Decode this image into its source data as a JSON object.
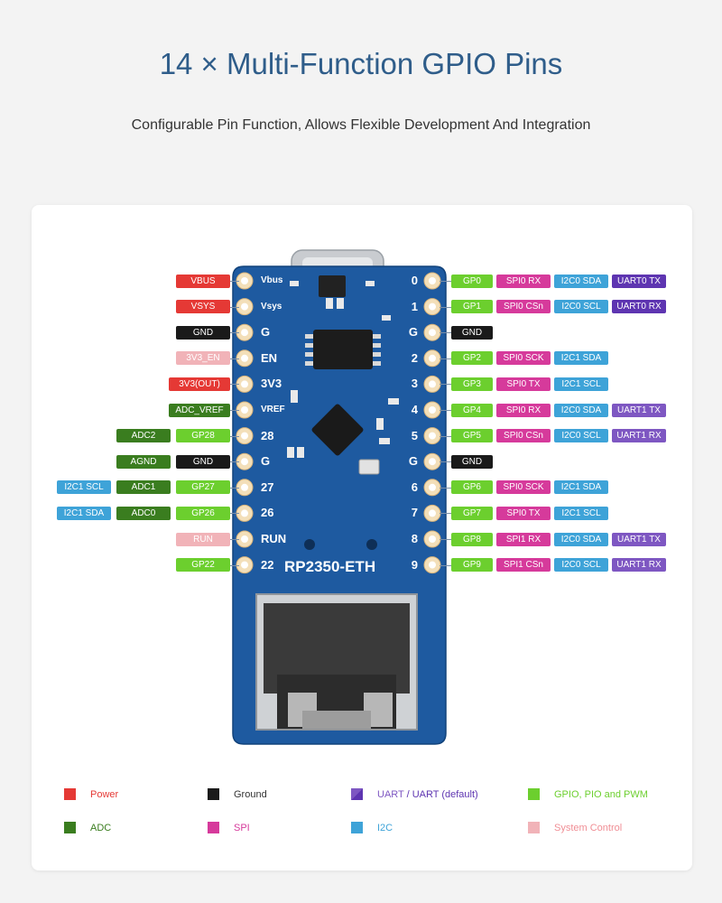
{
  "header": {
    "title": "14 × Multi-Function GPIO Pins",
    "subtitle": "Configurable Pin Function, Allows Flexible Development And Integration"
  },
  "colors": {
    "power": "#e53935",
    "ground": "#1a1a1a",
    "uart": "#7e57c2",
    "uart_default": "#5e35b1",
    "gpio": "#6ccf2e",
    "adc": "#3a7d1f",
    "spi": "#d63a9b",
    "i2c": "#3ea3d8",
    "system": "#f1b3b8",
    "board": "#1e5aa0"
  },
  "board": {
    "name": "RP2350-ETH",
    "left_pins": [
      "Vbus",
      "Vsys",
      "G",
      "EN",
      "3V3",
      "VREF",
      "28",
      "G",
      "27",
      "26",
      "RUN",
      "22"
    ],
    "right_pins": [
      "0",
      "1",
      "G",
      "2",
      "3",
      "4",
      "5",
      "G",
      "6",
      "7",
      "8",
      "9"
    ]
  },
  "left_rows": [
    [
      {
        "t": "VBUS",
        "c": "power"
      }
    ],
    [
      {
        "t": "VSYS",
        "c": "power"
      }
    ],
    [
      {
        "t": "GND",
        "c": "ground"
      }
    ],
    [
      {
        "t": "3V3_EN",
        "c": "system"
      }
    ],
    [
      {
        "t": "3V3(OUT)",
        "c": "power"
      }
    ],
    [
      {
        "t": "ADC_VREF",
        "c": "adc"
      }
    ],
    [
      {
        "t": "ADC2",
        "c": "adc"
      },
      {
        "t": "GP28",
        "c": "gpio"
      }
    ],
    [
      {
        "t": "AGND",
        "c": "adc"
      },
      {
        "t": "GND",
        "c": "ground"
      }
    ],
    [
      {
        "t": "I2C1 SCL",
        "c": "i2c"
      },
      {
        "t": "ADC1",
        "c": "adc"
      },
      {
        "t": "GP27",
        "c": "gpio"
      }
    ],
    [
      {
        "t": "I2C1 SDA",
        "c": "i2c"
      },
      {
        "t": "ADC0",
        "c": "adc"
      },
      {
        "t": "GP26",
        "c": "gpio"
      }
    ],
    [
      {
        "t": "RUN",
        "c": "system"
      }
    ],
    [
      {
        "t": "GP22",
        "c": "gpio"
      }
    ]
  ],
  "right_rows": [
    [
      {
        "t": "GP0",
        "c": "gpio"
      },
      {
        "t": "SPI0 RX",
        "c": "spi"
      },
      {
        "t": "I2C0 SDA",
        "c": "i2c"
      },
      {
        "t": "UART0 TX",
        "c": "uart_default"
      }
    ],
    [
      {
        "t": "GP1",
        "c": "gpio"
      },
      {
        "t": "SPI0 CSn",
        "c": "spi"
      },
      {
        "t": "I2C0 SCL",
        "c": "i2c"
      },
      {
        "t": "UART0 RX",
        "c": "uart_default"
      }
    ],
    [
      {
        "t": "GND",
        "c": "ground"
      }
    ],
    [
      {
        "t": "GP2",
        "c": "gpio"
      },
      {
        "t": "SPI0 SCK",
        "c": "spi"
      },
      {
        "t": "I2C1 SDA",
        "c": "i2c"
      }
    ],
    [
      {
        "t": "GP3",
        "c": "gpio"
      },
      {
        "t": "SPI0 TX",
        "c": "spi"
      },
      {
        "t": "I2C1 SCL",
        "c": "i2c"
      }
    ],
    [
      {
        "t": "GP4",
        "c": "gpio"
      },
      {
        "t": "SPI0 RX",
        "c": "spi"
      },
      {
        "t": "I2C0 SDA",
        "c": "i2c"
      },
      {
        "t": "UART1 TX",
        "c": "uart"
      }
    ],
    [
      {
        "t": "GP5",
        "c": "gpio"
      },
      {
        "t": "SPI0 CSn",
        "c": "spi"
      },
      {
        "t": "I2C0 SCL",
        "c": "i2c"
      },
      {
        "t": "UART1 RX",
        "c": "uart"
      }
    ],
    [
      {
        "t": "GND",
        "c": "ground"
      }
    ],
    [
      {
        "t": "GP6",
        "c": "gpio"
      },
      {
        "t": "SPI0 SCK",
        "c": "spi"
      },
      {
        "t": "I2C1 SDA",
        "c": "i2c"
      }
    ],
    [
      {
        "t": "GP7",
        "c": "gpio"
      },
      {
        "t": "SPI0 TX",
        "c": "spi"
      },
      {
        "t": "I2C1 SCL",
        "c": "i2c"
      }
    ],
    [
      {
        "t": "GP8",
        "c": "gpio"
      },
      {
        "t": "SPI1 RX",
        "c": "spi"
      },
      {
        "t": "I2C0 SDA",
        "c": "i2c"
      },
      {
        "t": "UART1 TX",
        "c": "uart"
      }
    ],
    [
      {
        "t": "GP9",
        "c": "gpio"
      },
      {
        "t": "SPI1 CSn",
        "c": "spi"
      },
      {
        "t": "I2C0 SCL",
        "c": "i2c"
      },
      {
        "t": "UART1 RX",
        "c": "uart"
      }
    ]
  ],
  "legend": [
    {
      "label": "Power",
      "c": "power"
    },
    {
      "label": "Ground",
      "c": "ground"
    },
    {
      "label": "UART",
      "label2": " / UART (default)",
      "c": "uart"
    },
    {
      "label": "GPIO, PIO and PWM",
      "c": "gpio"
    },
    {
      "label": "ADC",
      "c": "adc"
    },
    {
      "label": "SPI",
      "c": "spi"
    },
    {
      "label": "I2C",
      "c": "i2c"
    },
    {
      "label": "System Control",
      "c": "system"
    }
  ]
}
